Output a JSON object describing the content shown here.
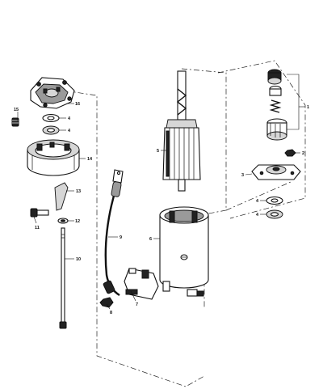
{
  "callouts": [
    {
      "id": "c1",
      "text": "1"
    },
    {
      "id": "c2",
      "text": "2"
    },
    {
      "id": "c3",
      "text": "3"
    },
    {
      "id": "c4a",
      "text": "4"
    },
    {
      "id": "c4b",
      "text": "4"
    },
    {
      "id": "c4c",
      "text": "4"
    },
    {
      "id": "c4d",
      "text": "4"
    },
    {
      "id": "c5",
      "text": "5"
    },
    {
      "id": "c6",
      "text": "6"
    },
    {
      "id": "c7",
      "text": "7"
    },
    {
      "id": "c8",
      "text": "8"
    },
    {
      "id": "c9",
      "text": "9"
    },
    {
      "id": "c10",
      "text": "10"
    },
    {
      "id": "c11",
      "text": "11"
    },
    {
      "id": "c12",
      "text": "12"
    },
    {
      "id": "c13",
      "text": "13"
    },
    {
      "id": "c14",
      "text": "14"
    },
    {
      "id": "c15",
      "text": "15"
    },
    {
      "id": "c16",
      "text": "16"
    }
  ]
}
